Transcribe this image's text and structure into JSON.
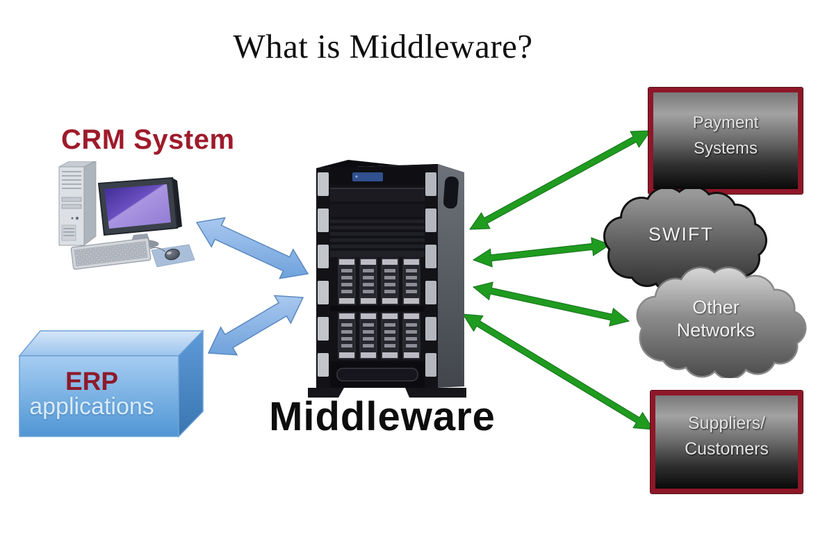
{
  "title": "What is Middleware?",
  "nodes": {
    "crm": {
      "label": "CRM System"
    },
    "erp": {
      "line1": "ERP",
      "line2": "applications"
    },
    "middleware": {
      "label": "Middleware"
    },
    "payment_systems": {
      "line1": "Payment",
      "line2": "Systems"
    },
    "swift": {
      "label": "SWIFT"
    },
    "other_networks": {
      "line1": "Other",
      "line2": "Networks"
    },
    "suppliers_customers": {
      "line1": "Suppliers/",
      "line2": "Customers"
    }
  },
  "colors": {
    "maroon_label": "#9e1b2b",
    "box_border": "#8e1728",
    "box_fill_top": "#a2a2a2",
    "box_fill_bottom": "#0a0a0a",
    "arrow_green": "#1f9b1f",
    "arrow_blue": "#8ab4e6",
    "cloud_dark": "#5a5a5a",
    "cloud_light": "#9a9a9a",
    "screen_purple": "#6a4fc0"
  }
}
